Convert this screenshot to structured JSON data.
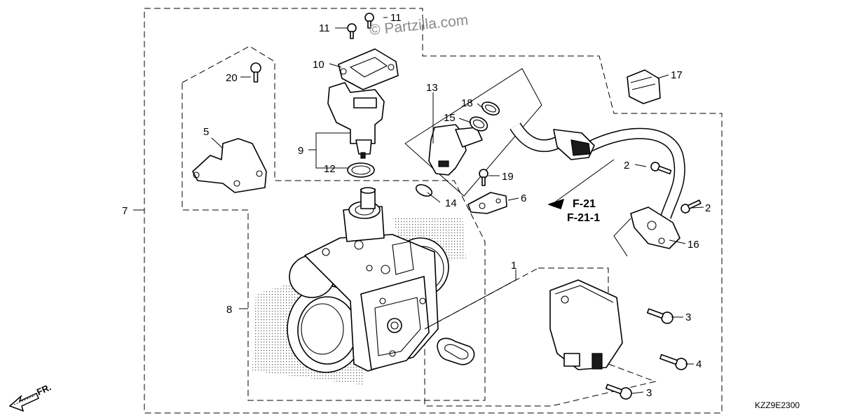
{
  "watermark": "© Partzilla.com",
  "diagram_code": "KZZ9E2300",
  "direction_label": "FR.",
  "reference": {
    "line1": "F-21",
    "line2": "F-21-1"
  },
  "callouts": [
    {
      "id": "c1",
      "text": "1"
    },
    {
      "id": "c2a",
      "text": "2"
    },
    {
      "id": "c2b",
      "text": "2"
    },
    {
      "id": "c3a",
      "text": "3"
    },
    {
      "id": "c3b",
      "text": "3"
    },
    {
      "id": "c4",
      "text": "4"
    },
    {
      "id": "c5",
      "text": "5"
    },
    {
      "id": "c6",
      "text": "6"
    },
    {
      "id": "c7",
      "text": "7"
    },
    {
      "id": "c8",
      "text": "8"
    },
    {
      "id": "c9",
      "text": "9"
    },
    {
      "id": "c10",
      "text": "10"
    },
    {
      "id": "c11a",
      "text": "11"
    },
    {
      "id": "c11b",
      "text": "11"
    },
    {
      "id": "c12",
      "text": "12"
    },
    {
      "id": "c13",
      "text": "13"
    },
    {
      "id": "c14",
      "text": "14"
    },
    {
      "id": "c15",
      "text": "15"
    },
    {
      "id": "c16",
      "text": "16"
    },
    {
      "id": "c17",
      "text": "17"
    },
    {
      "id": "c18",
      "text": "18"
    },
    {
      "id": "c19",
      "text": "19"
    },
    {
      "id": "c20",
      "text": "20"
    }
  ],
  "icons": [
    "bolt-icon",
    "front-arrow-icon",
    "copyright-icon"
  ]
}
